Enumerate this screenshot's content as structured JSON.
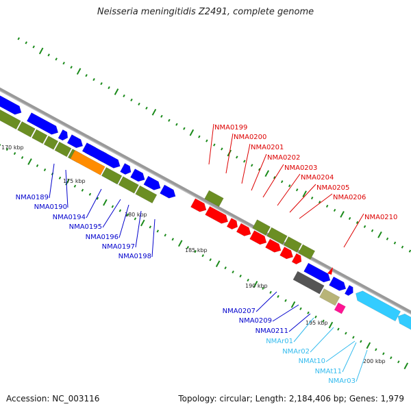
{
  "title": "Neisseria meningitidis Z2491, complete genome",
  "footer": {
    "accession": "Accession: NC_003116",
    "summary": "Topology: circular; Length: 2,184,406 bp; Genes: 1,979"
  },
  "colors": {
    "backbone": "#8a8a8a",
    "tick": "#1a8a1a",
    "cds_forward": "#0000ff",
    "cds_reverse": "#ff0000",
    "cog_green": "#6b8e23",
    "orange": "#ff8c00",
    "cyan_gene": "#00c8d0",
    "rna": "#33ccff",
    "gray": "#555555",
    "khaki": "#b8b478",
    "magenta": "#ff1493",
    "bright_green": "#22cc22",
    "steelblue": "#4682b4",
    "label_blue": "#0000cc",
    "label_red": "#dd0000",
    "label_cyan": "#33bbee"
  },
  "kbp_labels": [
    "170 kbp",
    "175 kbp",
    "180 kbp",
    "185 kbp",
    "190 kbp",
    "195 kbp",
    "200 kbp"
  ],
  "gene_labels": {
    "blue": [
      "NMA0189",
      "NMA0190",
      "NMA0194",
      "NMA0195",
      "NMA0196",
      "NMA0197",
      "NMA0198",
      "NMA0207",
      "NMA0209",
      "NMA0211"
    ],
    "red": [
      "NMA0199",
      "NMA0200",
      "NMA0201",
      "NMA0202",
      "NMA0203",
      "NMA0204",
      "NMA0205",
      "NMA0206",
      "NMA0210"
    ],
    "cyan": [
      "NMAr01",
      "NMAr02",
      "NMAt10",
      "NMAt11",
      "NMAr03"
    ]
  }
}
